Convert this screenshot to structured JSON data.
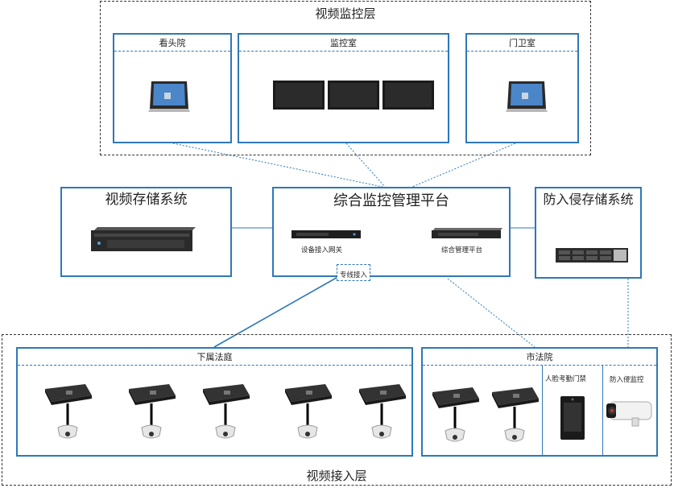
{
  "layers": {
    "monitor": "视频监控层",
    "access": "视频接入层"
  },
  "rooms": {
    "guard_room": "看头院",
    "control_room": "监控室",
    "gate_room": "门卫室"
  },
  "storage": {
    "title": "视频存储系统"
  },
  "platform": {
    "title": "综合监控管理平台",
    "switch_label": "设备接入网关",
    "server_label": "综合管理平台",
    "link_label": "专线接入"
  },
  "intrusion": {
    "title": "防入侵存储系统"
  },
  "subordinate_court": {
    "title": "下属法庭"
  },
  "main_court": {
    "title": "市法院",
    "face_label": "人脸考勤门禁",
    "intrusion_label": "防入侵监控"
  },
  "colors": {
    "box_border": "#2e78b7",
    "link_line": "#2e78b7"
  }
}
